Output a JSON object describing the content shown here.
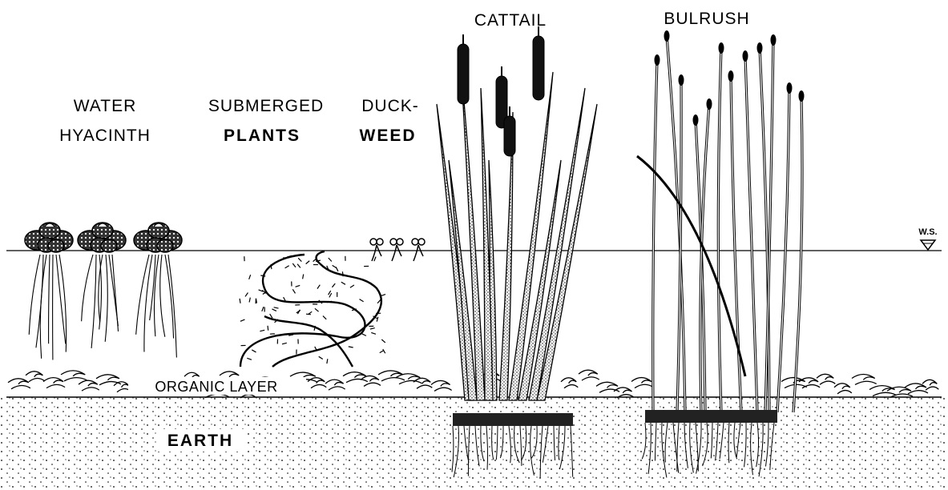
{
  "labels": {
    "water_hyacinth_line1": "WATER",
    "water_hyacinth_line2": "HYACINTH",
    "submerged_line1": "SUBMERGED",
    "submerged_line2": "PLANTS",
    "duckweed_line1": "DUCK-",
    "duckweed_line2": "WEED",
    "cattail": "CATTAIL",
    "bulrush": "BULRUSH",
    "organic_layer": "ORGANIC LAYER",
    "earth": "EARTH",
    "water_surface": "W.S."
  },
  "icons": {
    "water_surface_marker": "inverted-triangle-icon"
  },
  "colors": {
    "ink": "#000000",
    "background": "#ffffff"
  }
}
